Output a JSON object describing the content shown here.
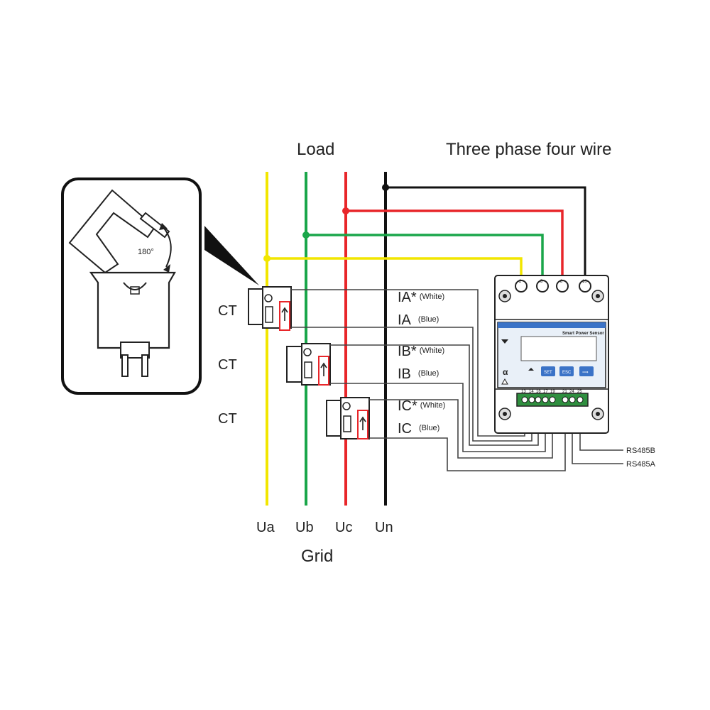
{
  "header": {
    "load": "Load",
    "system": "Three phase four wire"
  },
  "ct_labels": [
    "CT",
    "CT",
    "CT"
  ],
  "inset": {
    "angle": "180°"
  },
  "phases": [
    {
      "name": "Ua",
      "color": "#f2e600"
    },
    {
      "name": "Ub",
      "color": "#1aa64a"
    },
    {
      "name": "Uc",
      "color": "#e8262a"
    },
    {
      "name": "Un",
      "color": "#111111"
    }
  ],
  "grid_label": "Grid",
  "signals": [
    {
      "name": "IA*",
      "note": "(White)"
    },
    {
      "name": "IA",
      "note": "(Blue)"
    },
    {
      "name": "IB*",
      "note": "(White)"
    },
    {
      "name": "IB",
      "note": "(Blue)"
    },
    {
      "name": "IC*",
      "note": "(White)"
    },
    {
      "name": "IC",
      "note": "(Blue)"
    }
  ],
  "meter": {
    "name": "Smart Power Sensor",
    "buttons": [
      "SET",
      "ESC",
      "⟹"
    ],
    "top_terminals": [
      "2",
      "5",
      "8",
      "10"
    ],
    "bottom_terminals": [
      "13",
      "14",
      "16",
      "17",
      "19",
      "21",
      "24",
      "25"
    ]
  },
  "rs485": [
    "RS485B",
    "RS485A"
  ]
}
